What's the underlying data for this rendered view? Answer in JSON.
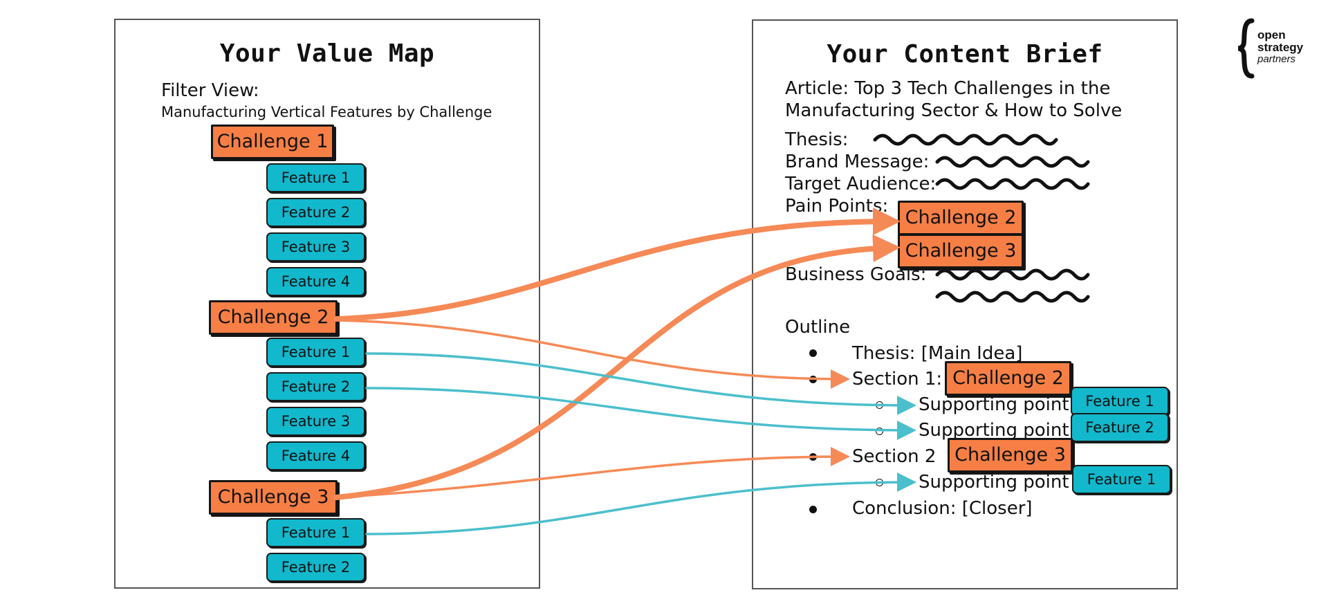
{
  "logo": {
    "line1": "open",
    "line2": "strategy",
    "line3": "partners"
  },
  "value_map": {
    "title": "Your Value Map",
    "filter_label": "Filter View:",
    "filter_value": "Manufacturing Vertical Features by Challenge",
    "challenges": [
      {
        "label": "Challenge 1",
        "features": [
          "Feature 1",
          "Feature 2",
          "Feature 3",
          "Feature 4"
        ]
      },
      {
        "label": "Challenge 2",
        "features": [
          "Feature 1",
          "Feature 2",
          "Feature 3",
          "Feature 4"
        ]
      },
      {
        "label": "Challenge 3",
        "features": [
          "Feature 1",
          "Feature 2"
        ]
      }
    ]
  },
  "content_brief": {
    "title": "Your Content Brief",
    "article_line1": "Article: Top 3 Tech Challenges in the",
    "article_line2": "Manufacturing Sector & How to Solve",
    "thesis": "Thesis:",
    "brand_message": "Brand Message:",
    "target_audience": "Target Audience:",
    "pain_points": "Pain Points:",
    "business_goals": "Business Goals:",
    "pain_point_tags": [
      "Challenge 2",
      "Challenge 3"
    ],
    "outline_title": "Outline",
    "outline": {
      "thesis": "Thesis: [Main Idea]",
      "section1": "Section 1:",
      "section1_tag": "Challenge 2",
      "s1_point1": "Supporting point",
      "s1_point1_tag": "Feature 1",
      "s1_point2": "Supporting point",
      "s1_point2_tag": "Feature 2",
      "section2": "Section 2",
      "section2_tag": "Challenge 3",
      "s2_point1": "Supporting point",
      "s2_point1_tag": "Feature 1",
      "conclusion": "Conclusion: [Closer]"
    }
  },
  "colors": {
    "challenge": "#f77f45",
    "feature": "#12b8cc",
    "arrow_orange": "#f58a57",
    "arrow_teal": "#4bbfcc"
  }
}
